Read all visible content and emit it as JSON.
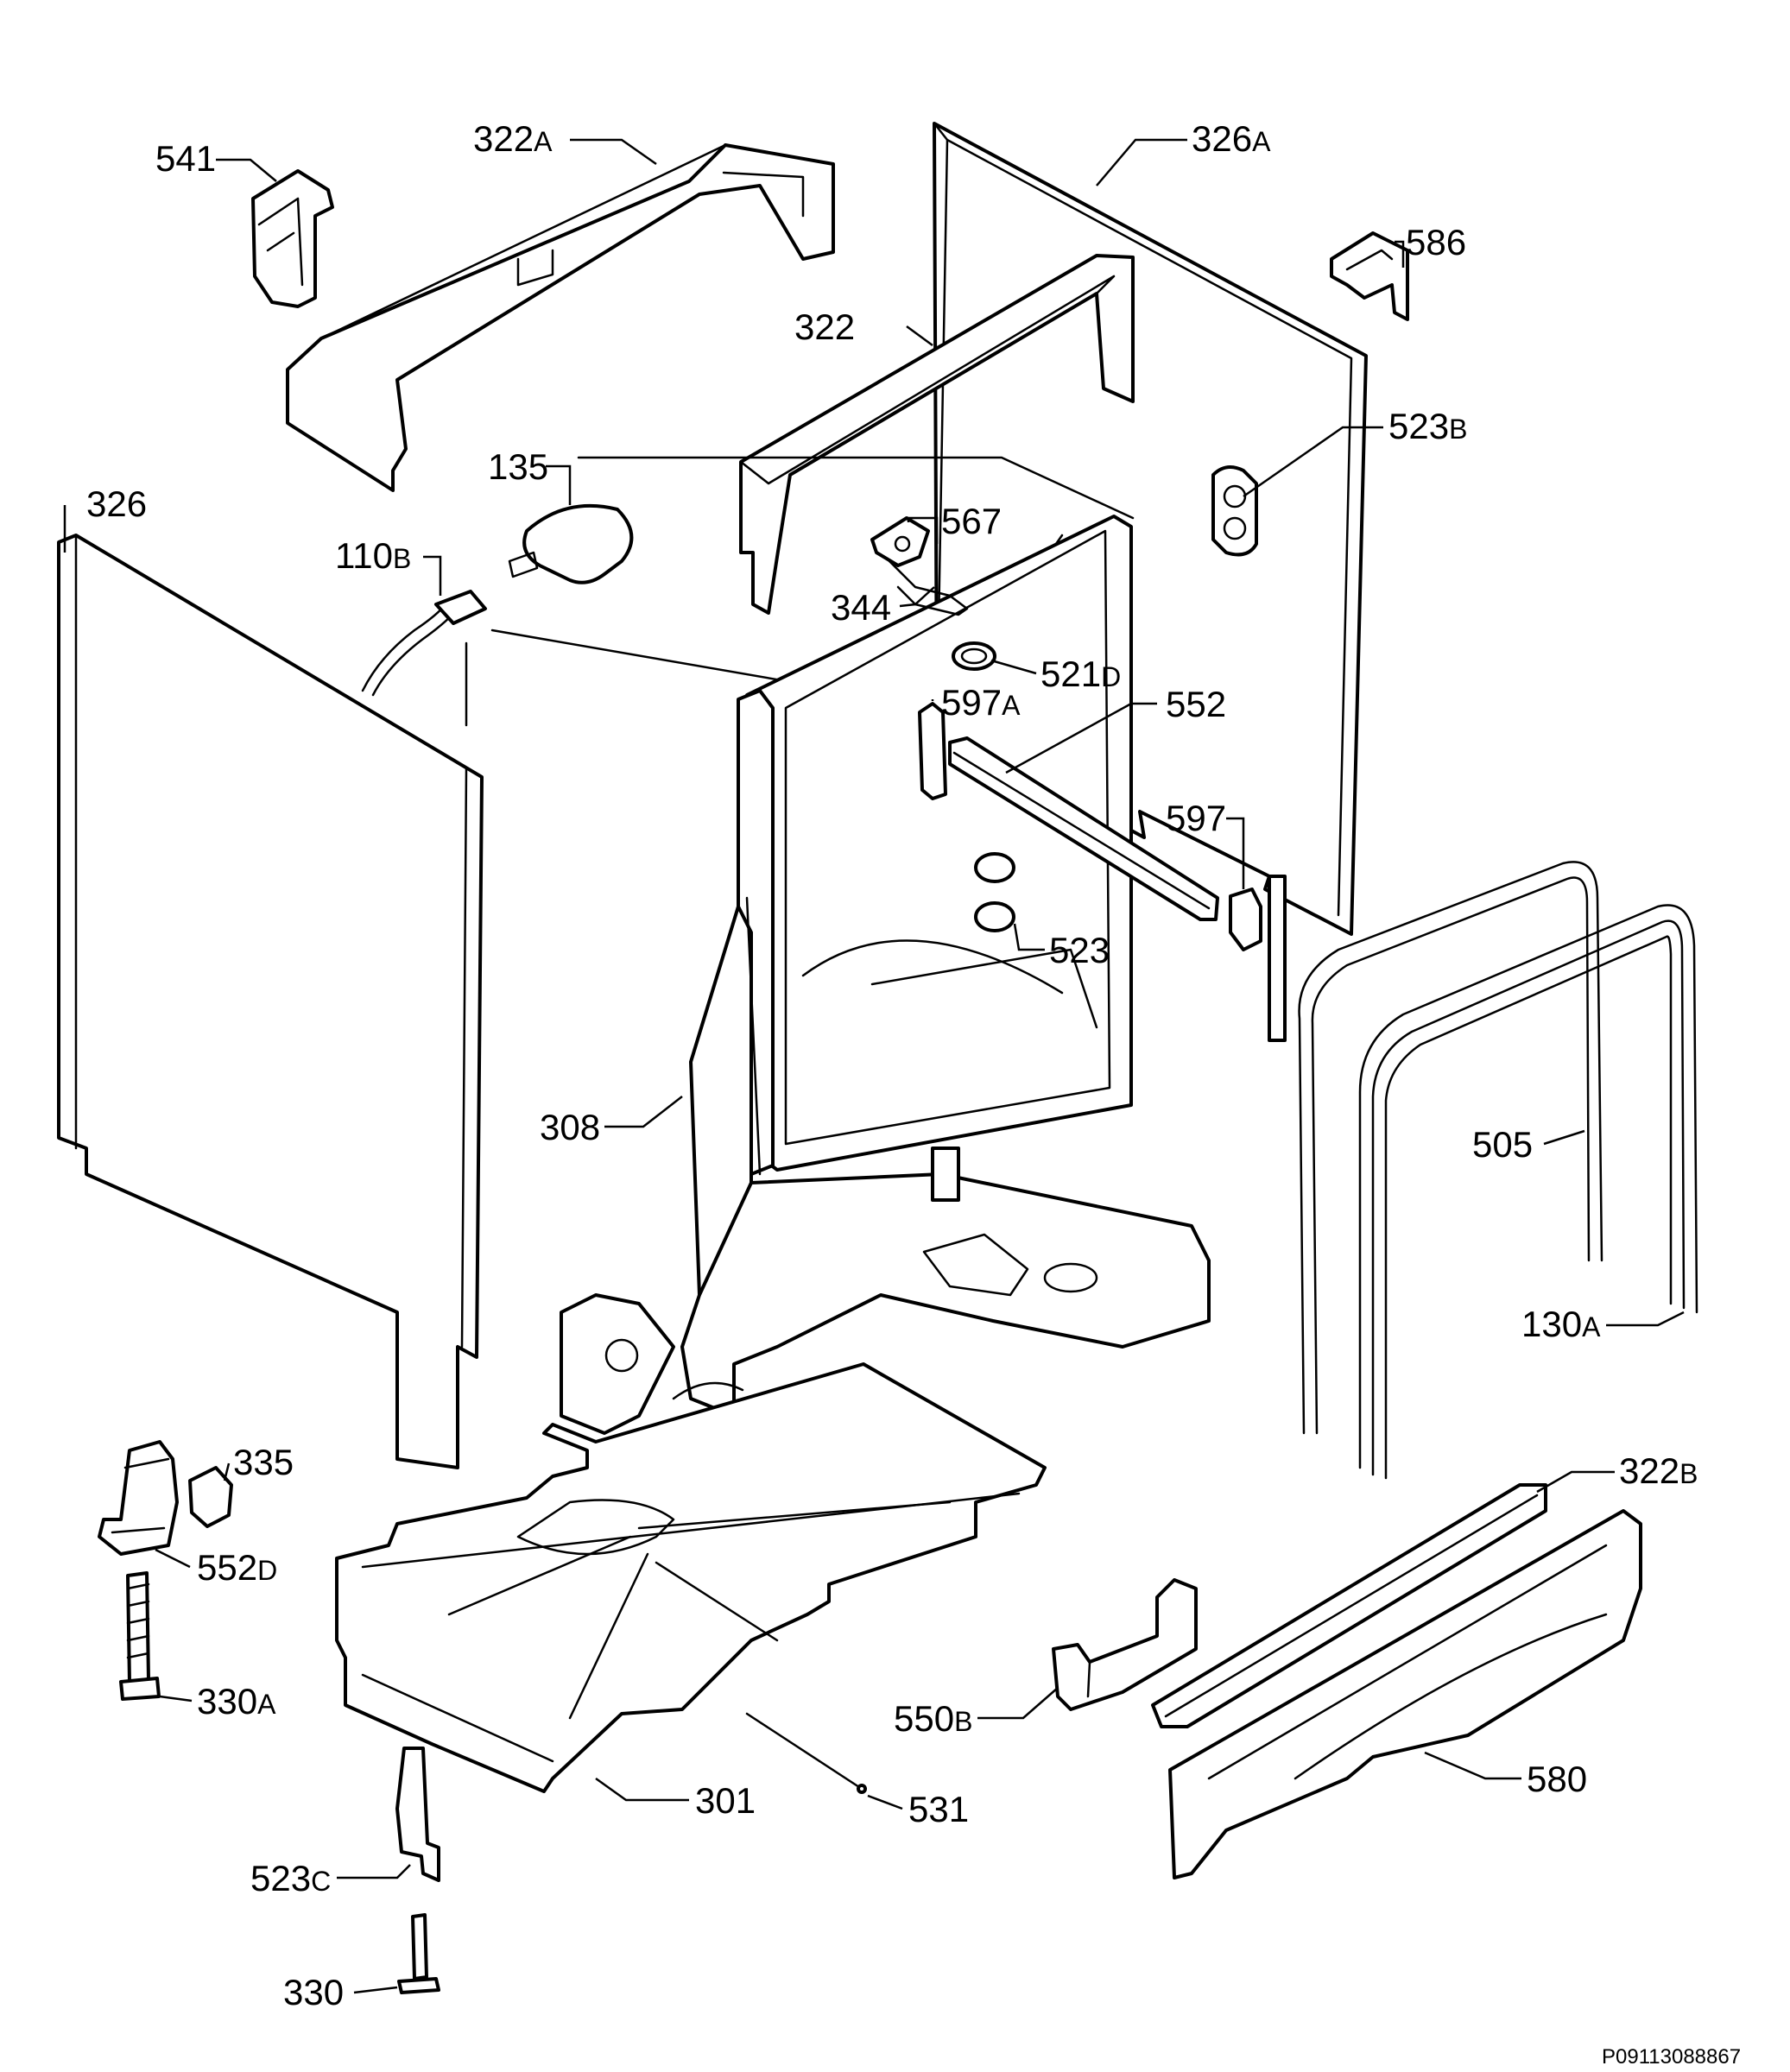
{
  "diagram": {
    "labels": {
      "p541": {
        "num": "541",
        "sfx": ""
      },
      "p322A": {
        "num": "322",
        "sfx": "A"
      },
      "p326A": {
        "num": "326",
        "sfx": "A"
      },
      "p586": {
        "num": "586",
        "sfx": ""
      },
      "p322": {
        "num": "322",
        "sfx": ""
      },
      "p523B": {
        "num": "523",
        "sfx": "B"
      },
      "p135": {
        "num": "135",
        "sfx": ""
      },
      "p567": {
        "num": "567",
        "sfx": ""
      },
      "p326": {
        "num": "326",
        "sfx": ""
      },
      "p110B": {
        "num": "110",
        "sfx": "B"
      },
      "p344": {
        "num": "344",
        "sfx": ""
      },
      "p521D": {
        "num": "521",
        "sfx": "D"
      },
      "p597A": {
        "num": "597",
        "sfx": "A"
      },
      "p552": {
        "num": "552",
        "sfx": ""
      },
      "p597": {
        "num": "597",
        "sfx": ""
      },
      "p523": {
        "num": "523",
        "sfx": ""
      },
      "p308": {
        "num": "308",
        "sfx": ""
      },
      "p505": {
        "num": "505",
        "sfx": ""
      },
      "p130A": {
        "num": "130",
        "sfx": "A"
      },
      "p335": {
        "num": "335",
        "sfx": ""
      },
      "p322B": {
        "num": "322",
        "sfx": "B"
      },
      "p552D": {
        "num": "552",
        "sfx": "D"
      },
      "p330A": {
        "num": "330",
        "sfx": "A"
      },
      "p550B": {
        "num": "550",
        "sfx": "B"
      },
      "p580": {
        "num": "580",
        "sfx": ""
      },
      "p301": {
        "num": "301",
        "sfx": ""
      },
      "p531": {
        "num": "531",
        "sfx": ""
      },
      "p523C": {
        "num": "523",
        "sfx": "C"
      },
      "p330": {
        "num": "330",
        "sfx": ""
      }
    },
    "drawing_code": "P09113088867"
  }
}
